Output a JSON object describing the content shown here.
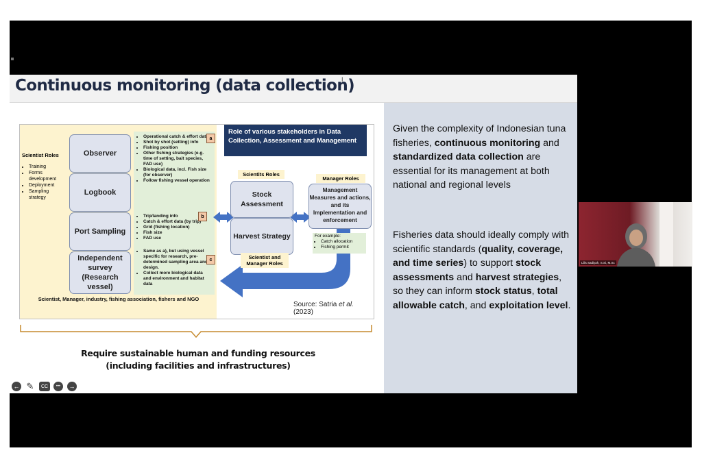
{
  "slide": {
    "title": "Continuous monitoring (data collection)",
    "cursor_mark": "I",
    "figure": {
      "scientist_roles": {
        "heading": "Scientist Roles",
        "items": [
          "Training",
          "Forms development",
          "Deployment",
          "Sampling strategy"
        ]
      },
      "methods": [
        "Observer",
        "Logbook",
        "Port Sampling",
        "Independent survey (Research vessel)"
      ],
      "notes_a": [
        "Operational catch & effort data",
        "Shot by shot (setting) info",
        "Fishing position",
        "Other fishing strategies (e.g. time of setting, bait species, FAD use)",
        "Biological data, incl. Fish size (for observer)",
        "Follow fishing vessel operation"
      ],
      "notes_b": [
        "Trip/landing info",
        "Catch & effort data (by trip)",
        "Grid (fishing location)",
        "Fish size",
        "FAD use"
      ],
      "notes_c": [
        "Same as a), but using vessel specific for research, pre-determined sampling area and design.",
        "Collect more biological data and environment and habitat data"
      ],
      "tags": [
        "a",
        "b",
        "c"
      ],
      "bottom_label": "Scientist, Manager, industry, fishing association, fishers and NGO",
      "role_heading": "Role of various stakeholders in Data Collection, Assessment and Management",
      "scientists_roles_label": "Scientits Roles",
      "stock_assessment": "Stock Assessment",
      "harvest_strategy": "Harvest Strategy",
      "scientist_manager_label": "Scientist and Manager Roles",
      "manager_roles_label": "Manager Roles",
      "manager_box": "Management Measures and actions, and its Implementation and enforcement",
      "example_heading": "For example:",
      "example_items": [
        "Catch allocation",
        "Fishing permit"
      ],
      "source_prefix": "Source: Satria ",
      "source_etal": "et al.",
      "source_year": " (2023)"
    },
    "requirement_line1": "Require sustainable human and funding resources",
    "requirement_line2": "(including facilities and infrastructures)",
    "paragraph1": {
      "t1": "Given the complexity of Indonesian tuna fisheries, ",
      "b1": "continuous monitoring",
      "t2": " and ",
      "b2": "standardized data collection",
      "t3": " are essential for its management at both national and regional levels"
    },
    "paragraph2": {
      "t1": "Fisheries data should ideally comply with scientific standards (",
      "b1": "quality, coverage, and time series",
      "t2": ") to support ",
      "b2": "stock assessments",
      "t3": " and ",
      "b3": "harvest strategies",
      "t4": ", so they can inform ",
      "b4": "stock status",
      "t5": ", ",
      "b5": "total allowable catch",
      "t6": ", and ",
      "b6": "exploitation level",
      "t7": "."
    }
  },
  "controls": [
    {
      "icon": "back-arrow-icon",
      "glyph": "←"
    },
    {
      "icon": "pen-icon",
      "glyph": "✎"
    },
    {
      "icon": "captions-icon",
      "glyph": "CC"
    },
    {
      "icon": "more-icon",
      "glyph": "•••"
    },
    {
      "icon": "forward-arrow-icon",
      "glyph": "→"
    }
  ],
  "video": {
    "participant_name": "Lilis Sadiyah, S.Si, M.Sc"
  },
  "colors": {
    "title_text": "#1f2a44",
    "panel_bg": "#d6dce6",
    "heading_box": "#1f3864",
    "arrow_blue": "#4472c4",
    "yellow_zone": "#fdf3cf",
    "green_zone": "#e2efd9"
  }
}
